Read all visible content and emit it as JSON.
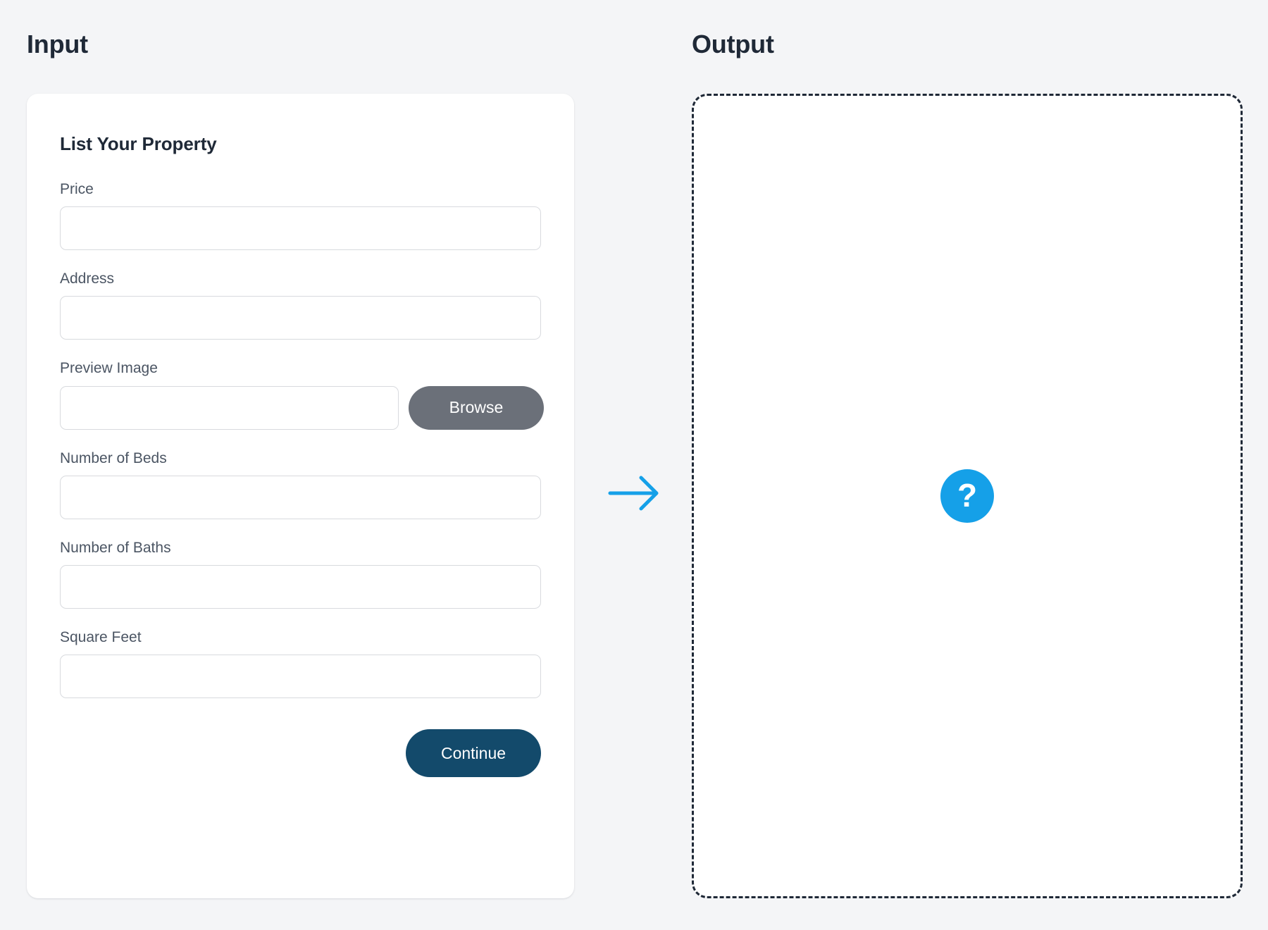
{
  "panels": {
    "input_heading": "Input",
    "output_heading": "Output"
  },
  "input_card": {
    "title": "List Your Property",
    "fields": [
      {
        "label": "Price",
        "value": "",
        "placeholder": ""
      },
      {
        "label": "Address",
        "value": "",
        "placeholder": ""
      },
      {
        "label": "Preview Image",
        "value": "",
        "placeholder": ""
      },
      {
        "label": "Number of Beds",
        "value": "",
        "placeholder": ""
      },
      {
        "label": "Number of Baths",
        "value": "",
        "placeholder": ""
      },
      {
        "label": "Square Feet",
        "value": "",
        "placeholder": ""
      }
    ],
    "browse_label": "Browse",
    "continue_label": "Continue"
  },
  "output_panel": {
    "placeholder_glyph": "?",
    "state": "empty"
  },
  "icons": {
    "flow_arrow": "arrow-right-icon",
    "help": "question-mark-icon"
  },
  "colors": {
    "page_background": "#f4f5f7",
    "card_background": "#ffffff",
    "heading_text": "#1f2937",
    "label_text": "#4b5563",
    "input_border": "#d8dade",
    "browse_button": "#6b7079",
    "continue_button": "#134a6b",
    "accent_blue": "#15a0e8",
    "dashed_border": "#1f2937"
  }
}
